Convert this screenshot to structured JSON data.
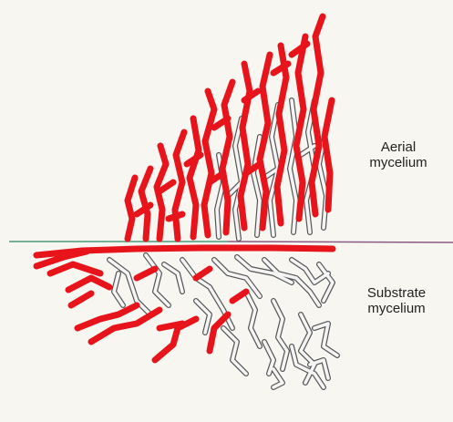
{
  "labels": {
    "aerial": {
      "line1": "Aerial",
      "line2": "mycelium"
    },
    "substrate": {
      "line1": "Substrate",
      "line2": "mycelium"
    }
  },
  "colors": {
    "background": "#f7f6f1",
    "aerial_hyphae": "#e8141b",
    "substrate_hyphae": "#f4f4f4",
    "hyphae_outline": "#555555",
    "surface_line_left": "#4a9a78",
    "surface_line_right": "#8a5a80"
  }
}
